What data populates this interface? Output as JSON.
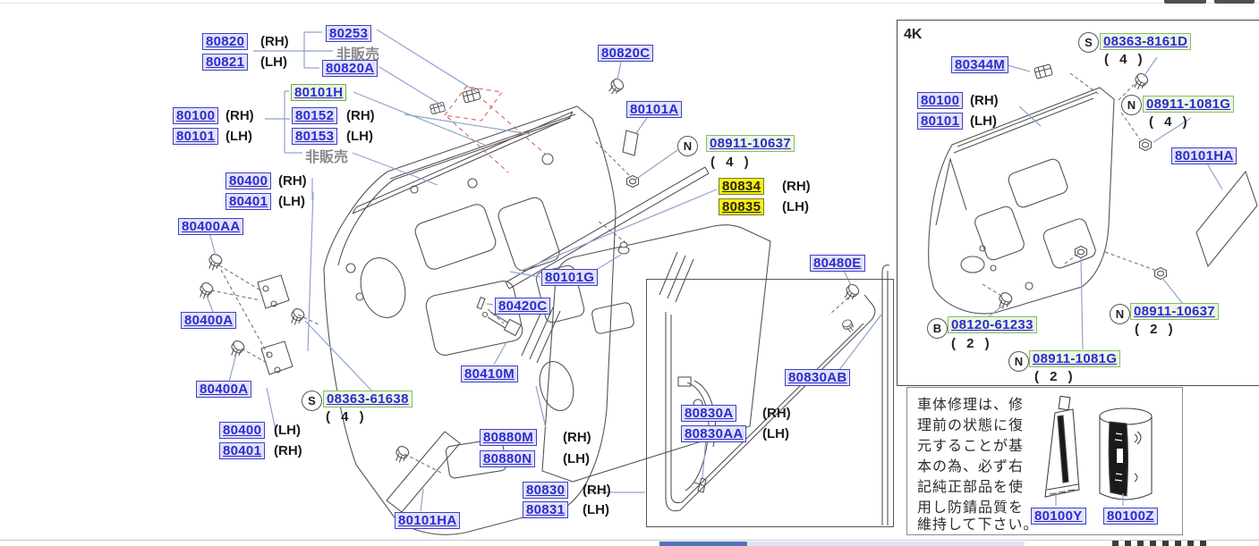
{
  "common": {
    "rh": "(RH)",
    "lh": "(LH)",
    "qty4": "( 4 )",
    "qty2": "( 2 )",
    "not_sold": "非販売",
    "prefix_s": "S",
    "prefix_n": "N",
    "prefix_b": "B"
  },
  "parts": {
    "p80820": "80820",
    "p80821": "80821",
    "p80253": "80253",
    "p80820a": "80820A",
    "p80101h": "80101H",
    "p80100_l": "80100",
    "p80101_l": "80101",
    "p80152": "80152",
    "p80153": "80153",
    "p80400_t": "80400",
    "p80401_t": "80401",
    "p80400aa": "80400AA",
    "p80400a_1": "80400A",
    "p80400a_2": "80400A",
    "s08363_61638": "08363-61638",
    "p80400_b": "80400",
    "p80401_b": "80401",
    "p80101ha_l": "80101HA",
    "p80880m": "80880M",
    "p80880n": "80880N",
    "p80830": "80830",
    "p80831": "80831",
    "p80830a": "80830A",
    "p80830aa": "80830AA",
    "p80830ab": "80830AB",
    "p80480e": "80480E",
    "p80820c": "80820C",
    "p80101a": "80101A",
    "n08911_10637_4": "08911-10637",
    "p80834": "80834",
    "p80835": "80835",
    "p80101g": "80101G",
    "p80420c": "80420C",
    "p80410m": "80410M"
  },
  "right_panel": {
    "tag": "4K",
    "s08363_8161d": "08363-8161D",
    "p80344m": "80344M",
    "p80100": "80100",
    "p80101": "80101",
    "n08911_1081g_4": "08911-1081G",
    "p80101ha": "80101HA",
    "b08120_61233": "08120-61233",
    "n08911_1081g_2": "08911-1081G",
    "n08911_10637_2": "08911-10637"
  },
  "note_box": {
    "lines": [
      "車体修理は、修",
      "理前の状態に復",
      "元することが基",
      "本の為、必ず右",
      "記純正部品を使",
      "用し防錆品質を",
      "維持して下さい。"
    ],
    "tube_part": "80100Y",
    "spray_part": "80100Z"
  },
  "colors": {
    "label_text": "#2b2bd0",
    "label_bg": "#e2e2f8",
    "label_border": "#4040c8",
    "highlight_yellow": "#f7ee14",
    "green_bg": "#ecf6e2",
    "green_border": "#8cbb66",
    "leader_blue": "#8fa3cc",
    "red_dashed": "#d97070",
    "line_art": "#555555",
    "scroll_thumb": "#4f74b8"
  }
}
